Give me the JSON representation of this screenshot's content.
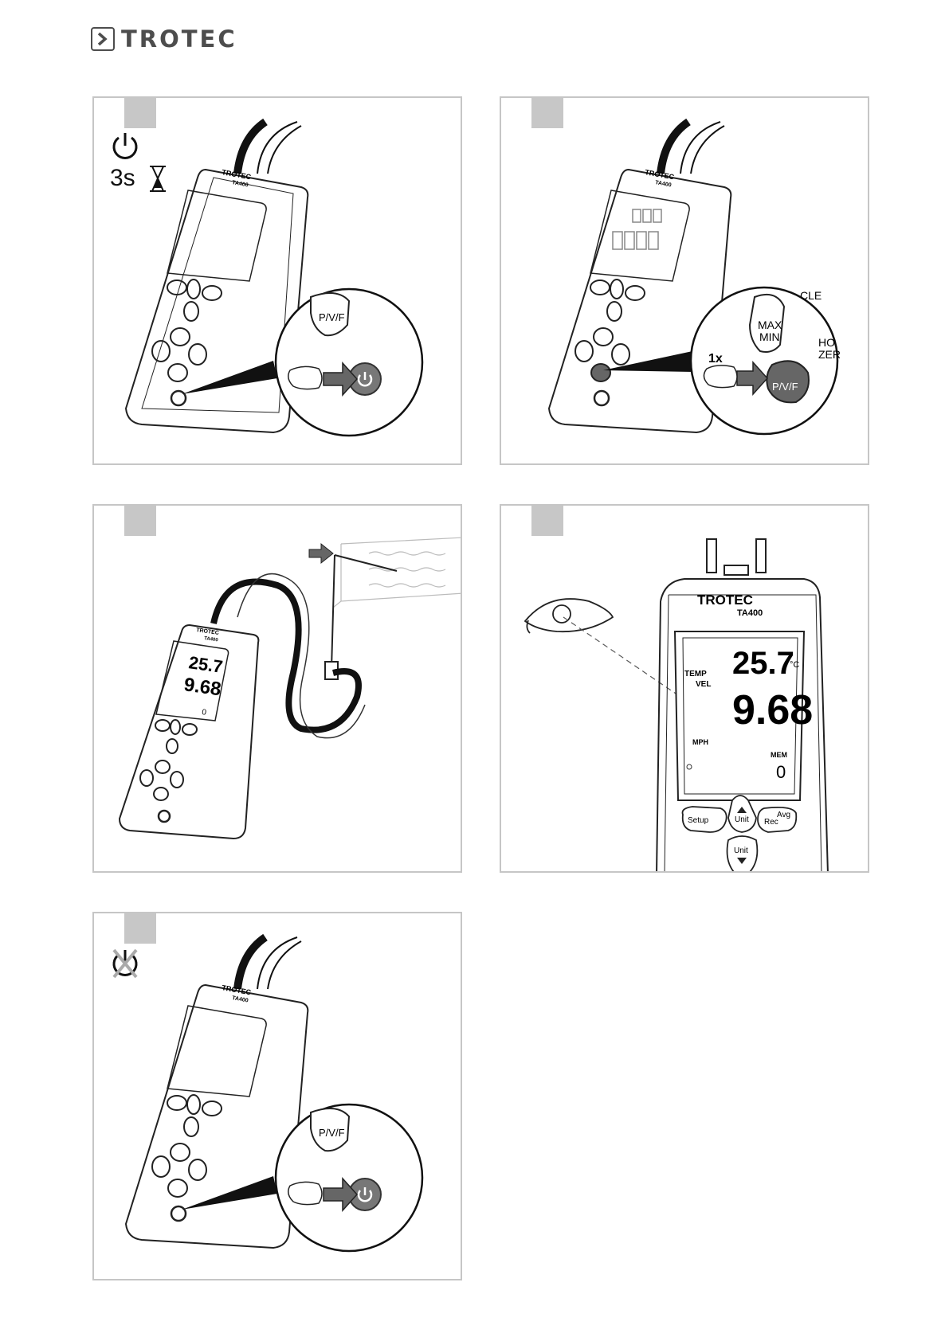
{
  "header": {
    "logo_text": "TROTEC"
  },
  "device": {
    "brand": "TROTEC",
    "model": "TA400"
  },
  "panels": [
    {
      "id": 1,
      "duration": "3s",
      "button_label": "P/V/F"
    },
    {
      "id": 2,
      "press_count": "1x",
      "button_label": "P/V/F",
      "key_max": "MAX",
      "key_min": "MIN",
      "key_clear": "CLE",
      "key_hold": "HO",
      "key_zero": "ZER"
    },
    {
      "id": 3,
      "temp": "25.7",
      "vel": "9.68",
      "mem": "0"
    },
    {
      "id": 4,
      "temp": "25.7",
      "temp_unit": "°C",
      "temp_label": "TEMP",
      "vel_label": "VEL",
      "vel": "9.68",
      "vel_unit": "MPH",
      "mem_label": "MEM",
      "mem_value": "0",
      "btn_setup": "Setup",
      "btn_unit_up": "Unit",
      "btn_rec": "Rec",
      "btn_avg": "Avg",
      "btn_unit_down": "Unit"
    },
    {
      "id": 5,
      "button_label": "P/V/F"
    }
  ]
}
